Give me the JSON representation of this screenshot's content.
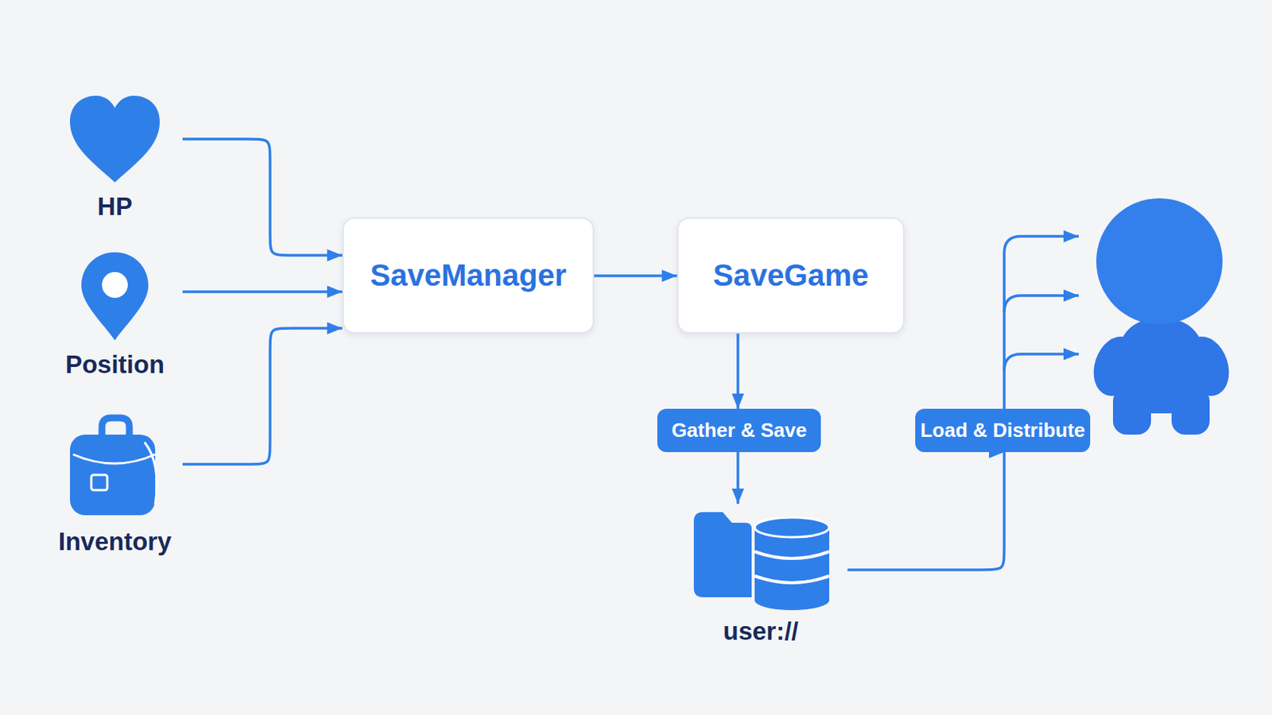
{
  "diagram": {
    "nodes": [
      {
        "text": [
          "HP"
        ]
      },
      {
        "text": [
          "Position"
        ]
      },
      {
        "text": [
          "Inventory"
        ]
      },
      {
        "text": [
          "SaveManager"
        ]
      },
      {
        "text": [
          "SaveGame"
        ]
      },
      {
        "text": [
          "Gather & Save"
        ]
      },
      {
        "text": [
          "user://"
        ]
      },
      {
        "text": [
          "Load & Distribute"
        ]
      }
    ],
    "edges": [
      {
        "from": 0,
        "to": 3,
        "arrow": "to"
      },
      {
        "from": 1,
        "to": 3,
        "arrow": "to"
      },
      {
        "from": 2,
        "to": 3,
        "arrow": "to"
      },
      {
        "from": 3,
        "to": 4,
        "arrow": "to"
      },
      {
        "from": 4,
        "to": 5,
        "arrow": "to"
      },
      {
        "from": 5,
        "to": 6,
        "arrow": "to"
      },
      {
        "from": 6,
        "to": 7,
        "arrow": "to"
      }
    ]
  }
}
